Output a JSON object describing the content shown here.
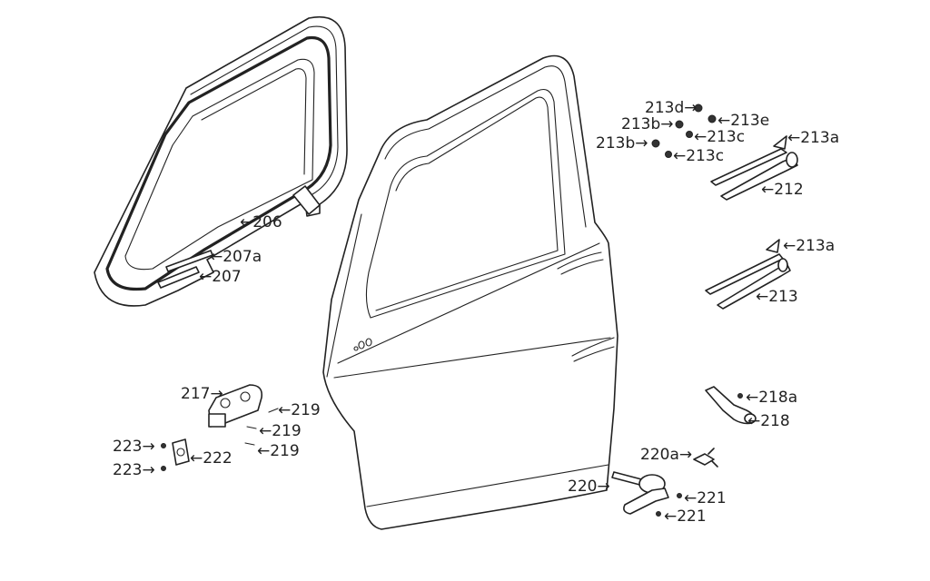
{
  "diagram": {
    "callouts": [
      {
        "id": "206",
        "text": "←206"
      },
      {
        "id": "207a",
        "text": "←207a"
      },
      {
        "id": "207",
        "text": "←207"
      },
      {
        "id": "213d",
        "text": "213d→"
      },
      {
        "id": "213b-1",
        "text": "213b→"
      },
      {
        "id": "213e",
        "text": "←213e"
      },
      {
        "id": "213b-2",
        "text": "213b→"
      },
      {
        "id": "213c-1",
        "text": "←213c"
      },
      {
        "id": "213c-2",
        "text": "←213c"
      },
      {
        "id": "213a-1",
        "text": "←213a"
      },
      {
        "id": "212",
        "text": "←212"
      },
      {
        "id": "213a-2",
        "text": "←213a"
      },
      {
        "id": "213",
        "text": "←213"
      },
      {
        "id": "217",
        "text": "217→"
      },
      {
        "id": "219-1",
        "text": "←219"
      },
      {
        "id": "219-2",
        "text": "←219"
      },
      {
        "id": "219-3",
        "text": "←219"
      },
      {
        "id": "223-1",
        "text": "223→"
      },
      {
        "id": "222",
        "text": "←222"
      },
      {
        "id": "223-2",
        "text": "223→"
      },
      {
        "id": "218a",
        "text": "←218a"
      },
      {
        "id": "218",
        "text": "←218"
      },
      {
        "id": "220a",
        "text": "220a→"
      },
      {
        "id": "220",
        "text": "220→"
      },
      {
        "id": "221-1",
        "text": "←221"
      },
      {
        "id": "221-2",
        "text": "←221"
      }
    ]
  }
}
